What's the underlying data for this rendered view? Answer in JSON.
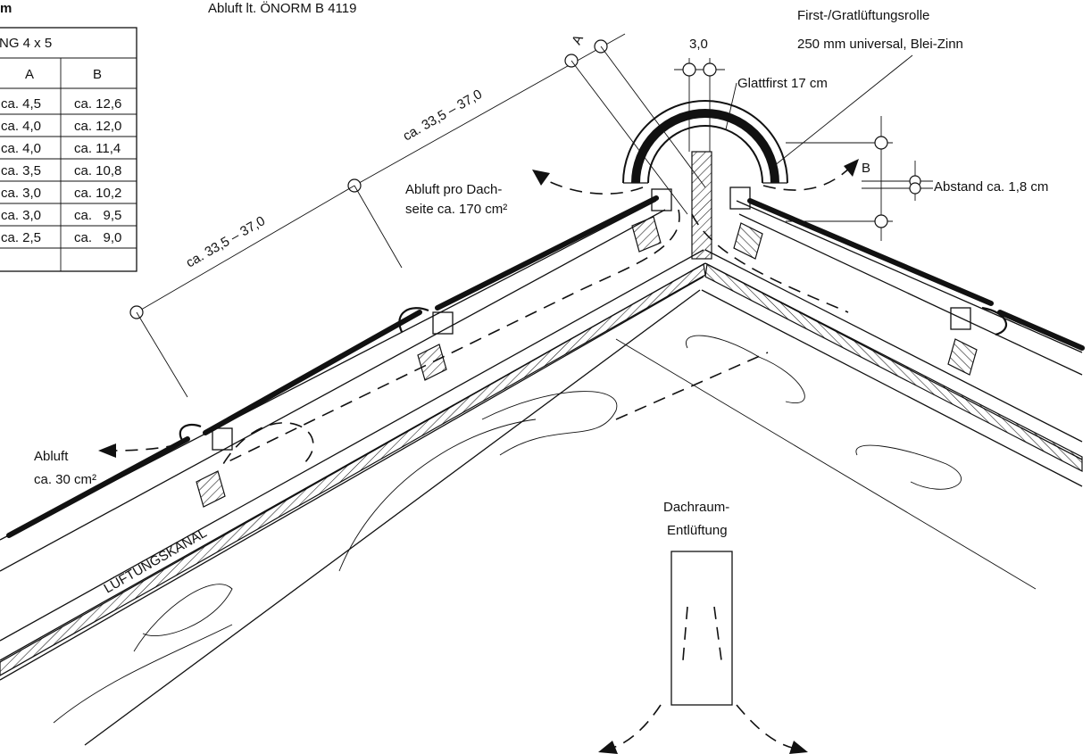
{
  "labels": {
    "top_left_fragment": "m",
    "norm_caption": "Abluft lt. ÖNORM B 4119",
    "ridge_roll": "First-/Gratlüftungsrolle",
    "ridge_roll_spec": "250 mm universal, Blei-Zinn",
    "dim_30": "3,0",
    "glattfirst": "Glattfirst 17 cm",
    "dim_a": "A",
    "dim_b": "B",
    "abstand": "Abstand ca. 1,8 cm",
    "span_upper": "ca. 33,5 – 37,0",
    "span_lower": "ca. 33,5 – 37,0",
    "abluft_dach_1": "Abluft pro Dach-",
    "abluft_dach_2": "seite ca. 170 cm²",
    "abluft_30_1": "Abluft",
    "abluft_30_2": "ca. 30 cm²",
    "lueftungskanal": "LÜFTUNGSKANAL",
    "dachraum_1": "Dachraum-",
    "dachraum_2": "Entlüftung"
  },
  "table": {
    "title": "NG 4 x 5",
    "columns": [
      "A",
      "B"
    ],
    "rows": [
      [
        "ca. 4,5",
        "ca. 12,6"
      ],
      [
        "ca. 4,0",
        "ca. 12,0"
      ],
      [
        "ca. 4,0",
        "ca. 11,4"
      ],
      [
        "ca. 3,5",
        "ca. 10,8"
      ],
      [
        "ca. 3,0",
        "ca. 10,2"
      ],
      [
        "ca. 3,0",
        "ca.   9,5"
      ],
      [
        "ca. 2,5",
        "ca.   9,0"
      ]
    ]
  }
}
